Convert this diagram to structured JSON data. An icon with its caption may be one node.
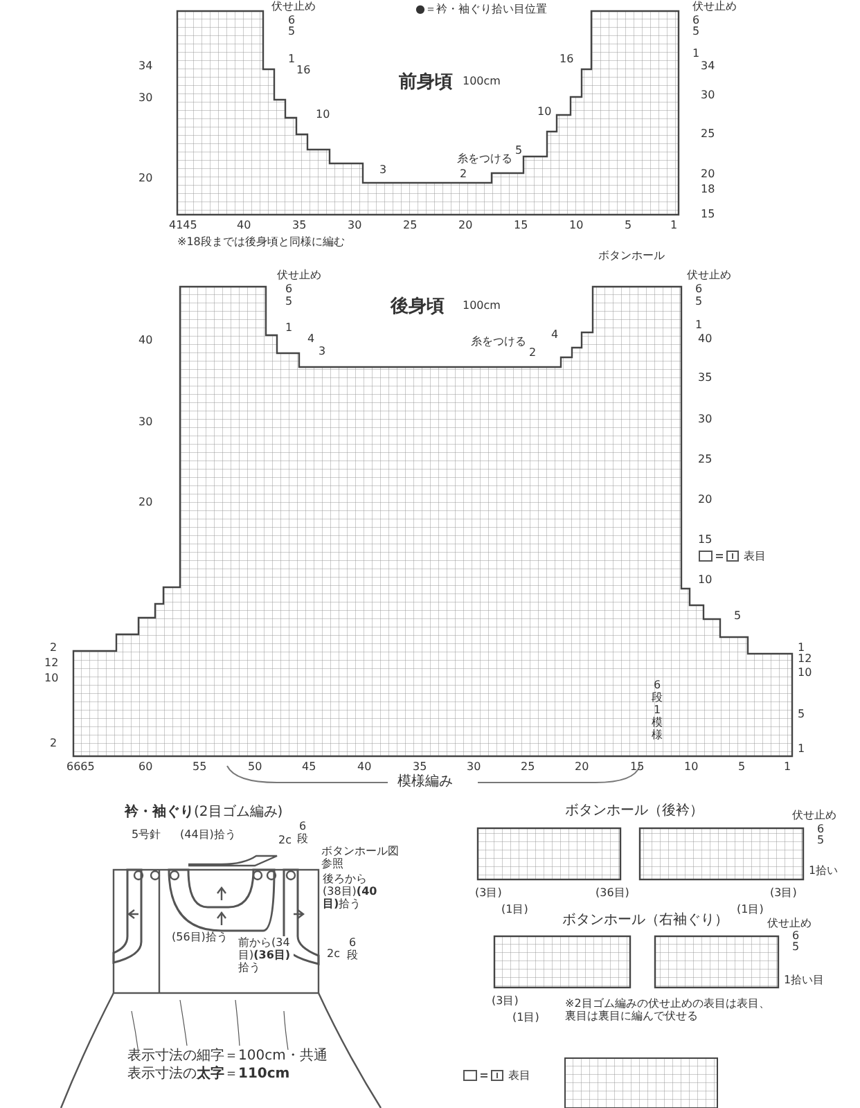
{
  "diagram": {
    "nodes": [
      {
        "text": [
          "前身頃",
          "100cm"
        ]
      },
      {
        "text": [
          "後身頃",
          "100cm"
        ]
      },
      {
        "text": [
          "**衿・袖ぐり**(2目ゴム編み)"
        ]
      },
      {
        "text": [
          "ボタンホール（後衿）"
        ]
      },
      {
        "text": [
          "ボタンホール（右袖ぐり）"
        ]
      },
      {
        "text": [],
        "shape": "box"
      }
    ],
    "labels": [
      "伏せ止め",
      "●＝衿・袖ぐり拾い目位置",
      "伏せ止め",
      "6",
      "5",
      "1",
      "16",
      "34",
      "30",
      "10",
      "3",
      "20",
      "糸をつける",
      "2",
      "6",
      "5",
      "1",
      "16",
      "34",
      "10",
      "30",
      "25",
      "5",
      "20",
      "18",
      "15",
      "4145",
      "40",
      "35",
      "30",
      "25",
      "20",
      "15",
      "10",
      "5",
      "1",
      "※18段までは後身頃と同様に編む",
      "ボタンホール",
      "伏せ止め",
      "伏せ止め",
      "6",
      "5",
      "1",
      "4",
      "3",
      "40",
      "糸をつける",
      "4",
      "2",
      "6",
      "5",
      "1",
      "40",
      "35",
      "30",
      "30",
      "25",
      "20",
      "20",
      "15",
      "10",
      "5",
      "2",
      "1",
      "12",
      "12",
      "10",
      "10",
      "6段1模様",
      "5",
      "2",
      "1",
      "6665",
      "60",
      "55",
      "50",
      "45",
      "40",
      "35",
      "30",
      "25",
      "20",
      "15",
      "10",
      "5",
      "1",
      "模様編み",
      "5号針",
      "(44目)拾う",
      "2c",
      "6段",
      "ボタンホール図参照",
      "後ろから(38目)**(40目)**拾う",
      "(56目)拾う",
      "前から(34目)**(36目)**拾う",
      "2c",
      "6段",
      "表示寸法の細字＝100cm・共通",
      "表示寸法の**太字**＝**110cm**",
      "伏せ止め",
      "6",
      "5",
      "1拾い",
      "(3目)",
      "(1目)",
      "(36目)",
      "(1目)",
      "(3目)",
      "伏せ止め",
      "6",
      "5",
      "1拾い目",
      "(3目)",
      "(1目)",
      "※2目ゴム編みの伏せ止めの表目は表目、裏目は裏目に編んで伏せる"
    ],
    "legend": [
      {
        "text": "表目"
      },
      {
        "text": "表目"
      }
    ]
  }
}
